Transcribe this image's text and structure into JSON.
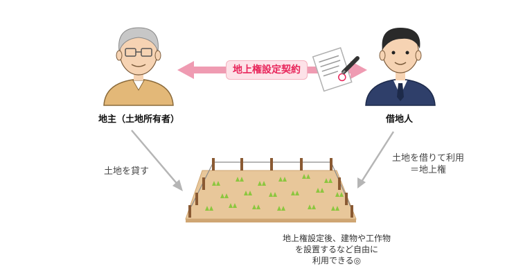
{
  "contract_label": "地上権設定契約",
  "landowner_label": "地主（土地所有者）",
  "lessee_label": "借地人",
  "lend_note": "土地を貸す",
  "borrow_note": {
    "line1": "土地を借りて利用",
    "line2": "＝地上権"
  },
  "bottom_note": {
    "line1": "地上権設定後、建物や工作物",
    "line2": "を設置するなど自由に",
    "line3": "利用できる◎"
  },
  "colors": {
    "arrow_pink": "#ef9bb2",
    "contract_text": "#e8245a",
    "gray_arrow": "#b5b5b5",
    "soil": "#e8c79a",
    "fence_post": "#8a5a33",
    "sprout": "#8cc63f"
  }
}
